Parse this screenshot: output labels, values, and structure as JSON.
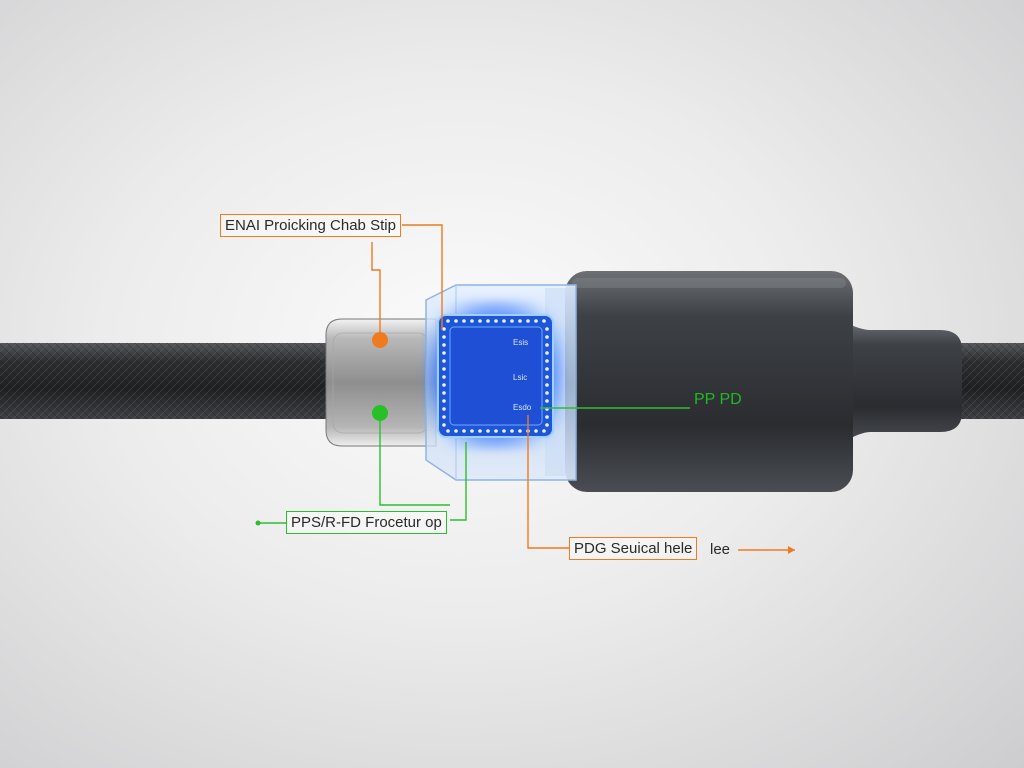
{
  "callouts": [
    {
      "id": "top",
      "text": "ENAI Proicking Chab Stip",
      "color": "#f07a20"
    },
    {
      "id": "right",
      "text": "PP PD",
      "color": "#22b922"
    },
    {
      "id": "left-bottom",
      "text": "PPS/R-FD Frocetur op",
      "color": "#2bc02b"
    },
    {
      "id": "right-bottom",
      "text": "PDG Seuical hele",
      "extra": "lee",
      "color": "#f07a20"
    }
  ],
  "chip_marks": [
    "Esis",
    "Lsic",
    "Esdo"
  ],
  "colors": {
    "cable": "#2e2f31",
    "housing": "#3b3e42",
    "chip_glow": "#3a8bff",
    "accent_orange": "#f07a20",
    "accent_green": "#2bc02b"
  },
  "icons": [
    "usb-c-connector",
    "cable",
    "chip"
  ]
}
